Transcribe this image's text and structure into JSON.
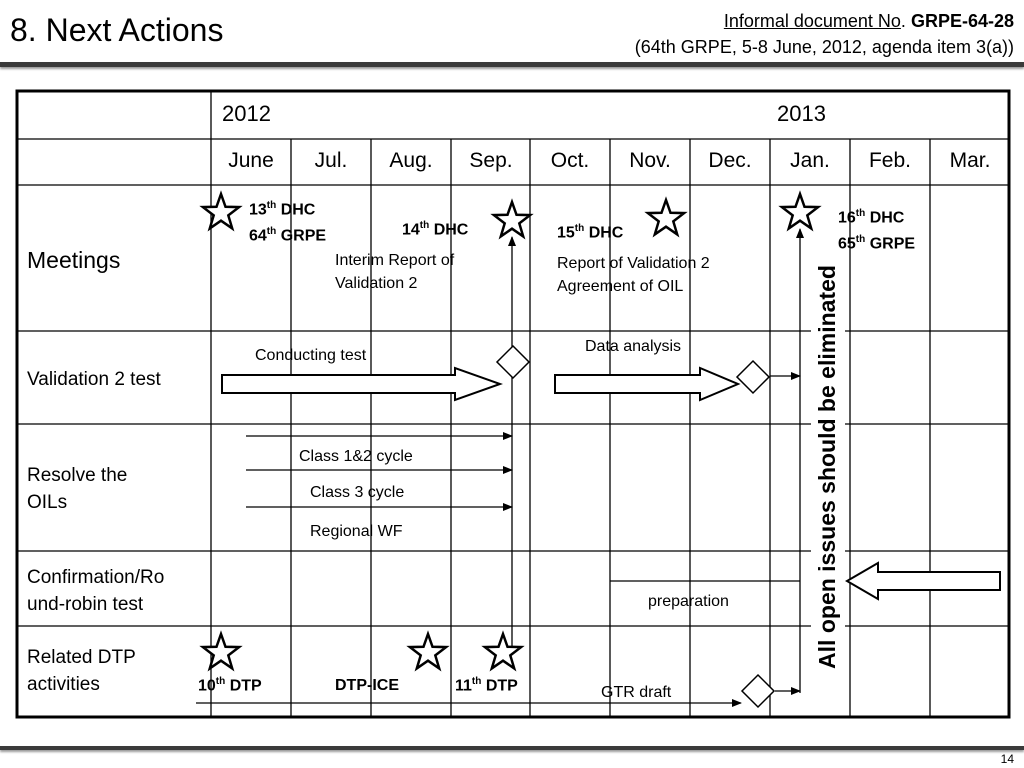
{
  "slide_title": "8. Next Actions",
  "doc_ref": {
    "prefix": "Informal document No",
    "dot": ".",
    "code": "GRPE-64-28",
    "line2": "(64th  GRPE,  5-8 June, 2012, agenda item 3(a))"
  },
  "years": [
    "2012",
    "2013"
  ],
  "months": [
    "June",
    "Jul.",
    "Aug.",
    "Sep.",
    "Oct.",
    "Nov.",
    "Dec.",
    "Jan.",
    "Feb.",
    "Mar."
  ],
  "rows": {
    "meetings": "Meetings",
    "validation": "Validation 2 test",
    "resolve_1": "Resolve the",
    "resolve_2": "OILs",
    "confirm_1": "Confirmation/Ro",
    "confirm_2": "und-robin test",
    "dtp_1": "Related DTP",
    "dtp_2": "activities"
  },
  "meetings": {
    "m1a_num": "13",
    "m1a_sup": "th",
    "m1a_txt": " DHC",
    "m1b_num": "64",
    "m1b_sup": "th",
    "m1b_txt": " GRPE",
    "m2_num": "14",
    "m2_sup": "th",
    "m2_txt": " DHC",
    "m2_note_1": "Interim Report of",
    "m2_note_2": "Validation 2",
    "m3_num": "15",
    "m3_sup": "th",
    "m3_txt": " DHC",
    "m3_note_1": "Report of Validation 2",
    "m3_note_2": "Agreement of  OIL",
    "m4a_num": "16",
    "m4a_sup": "th",
    "m4a_txt": " DHC",
    "m4b_num": "65",
    "m4b_sup": "th",
    "m4b_txt": " GRPE"
  },
  "validation": {
    "conducting": "Conducting test",
    "analysis": "Data analysis"
  },
  "resolve": {
    "class12": "Class 1&2 cycle",
    "class3": "Class 3 cycle",
    "regional": "Regional WF"
  },
  "confirm": {
    "preparation": "preparation"
  },
  "dtp": {
    "d1_num": "10",
    "d1_sup": "th",
    "d1_txt": " DTP",
    "d2": "DTP-ICE",
    "d3_num": "11",
    "d3_sup": "th",
    "d3_txt": " DTP",
    "gtr": "GTR draft"
  },
  "vertical_note": "All open issues should be eliminated",
  "page_number": "14"
}
